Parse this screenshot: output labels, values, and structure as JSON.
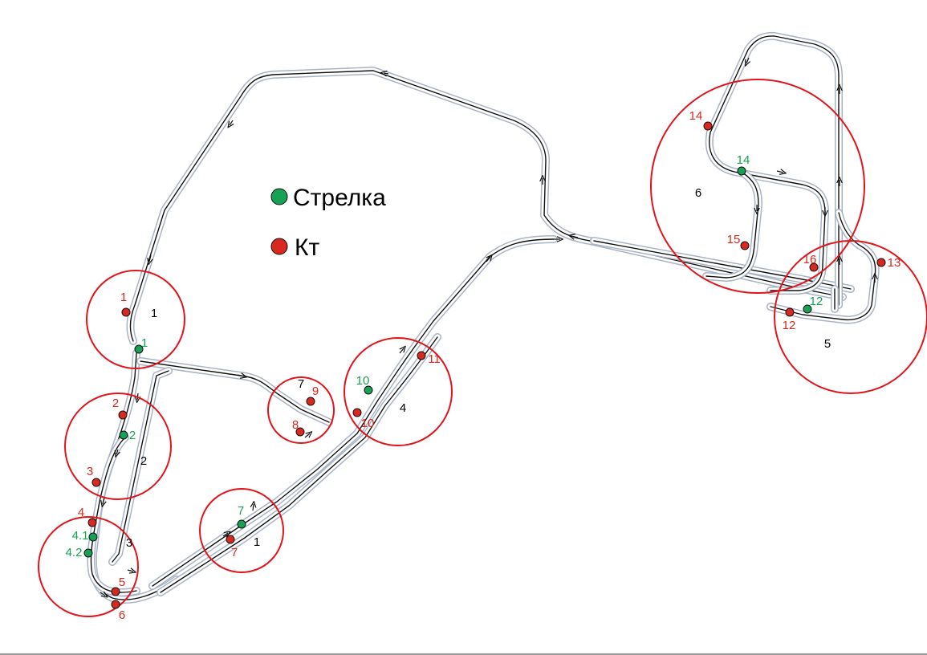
{
  "legend": {
    "switch_label": "Стрелка",
    "checkpoint_label": "Кт"
  },
  "colors": {
    "switch": "#17a155",
    "checkpoint": "#d9281f",
    "zone": "#e2141b",
    "track_rail": "#a9b3c6",
    "track_center": "#111111"
  },
  "zones": [
    {
      "id": "z1a",
      "label": "1"
    },
    {
      "id": "z2",
      "label": "2"
    },
    {
      "id": "z3",
      "label": "3"
    },
    {
      "id": "z1b",
      "label": "1"
    },
    {
      "id": "z7",
      "label": "7"
    },
    {
      "id": "z4",
      "label": "4"
    },
    {
      "id": "z6",
      "label": "6"
    },
    {
      "id": "z5",
      "label": "5"
    }
  ],
  "switches": [
    {
      "id": "s1",
      "label": "1"
    },
    {
      "id": "s2",
      "label": "2"
    },
    {
      "id": "s41",
      "label": "4.1"
    },
    {
      "id": "s42",
      "label": "4.2"
    },
    {
      "id": "s7",
      "label": "7"
    },
    {
      "id": "s10",
      "label": "10"
    },
    {
      "id": "s14",
      "label": "14"
    },
    {
      "id": "s12",
      "label": "12"
    }
  ],
  "checkpoints": [
    {
      "id": "k1",
      "label": "1"
    },
    {
      "id": "k2",
      "label": "2"
    },
    {
      "id": "k3",
      "label": "3"
    },
    {
      "id": "k4",
      "label": "4"
    },
    {
      "id": "k5",
      "label": "5"
    },
    {
      "id": "k6",
      "label": "6"
    },
    {
      "id": "k7",
      "label": "7"
    },
    {
      "id": "k8",
      "label": "8"
    },
    {
      "id": "k9",
      "label": "9"
    },
    {
      "id": "k10",
      "label": "10"
    },
    {
      "id": "k11",
      "label": "11"
    },
    {
      "id": "k12",
      "label": "12"
    },
    {
      "id": "k13",
      "label": "13"
    },
    {
      "id": "k14",
      "label": "14"
    },
    {
      "id": "k15",
      "label": "15"
    },
    {
      "id": "k16",
      "label": "16"
    }
  ]
}
